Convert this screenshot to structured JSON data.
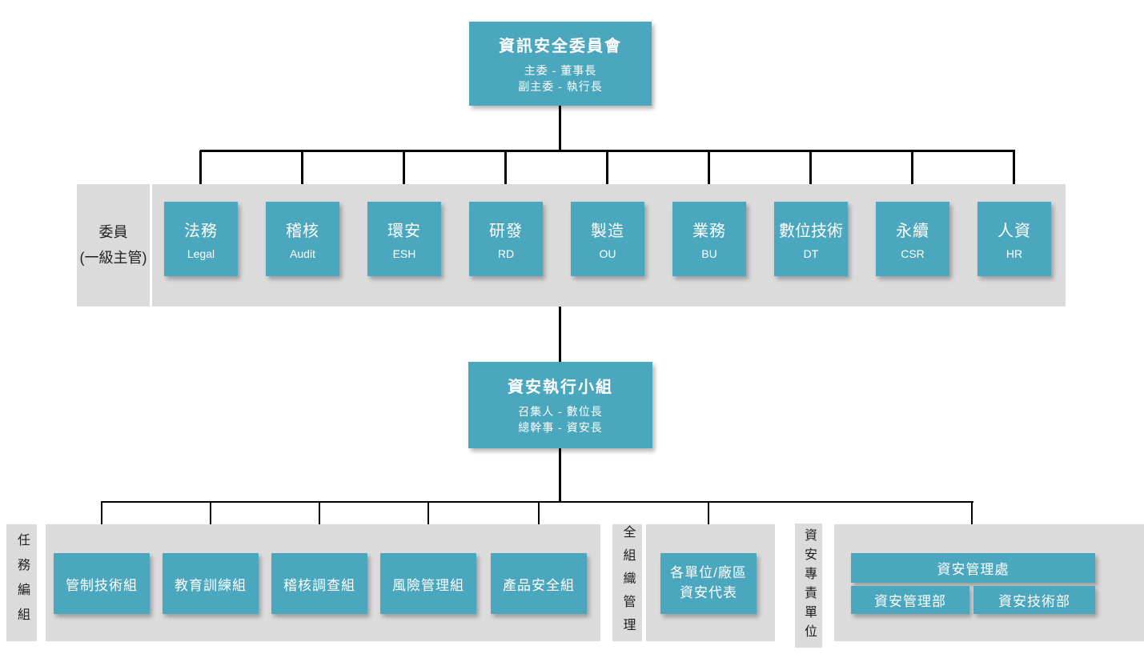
{
  "colors": {
    "box_teal": "#4BA7BD",
    "band_gray": "#DBDBDB",
    "line_black": "#000000",
    "text_white": "#FFFFFF",
    "text_dark": "#1F1F1F"
  },
  "top_committee": {
    "title": "資訊安全委員會",
    "line1": "主委 - 董事長",
    "line2": "副主委 - 執行長"
  },
  "committee_row": {
    "label_line1": "委員",
    "label_line2": "(一級主管)",
    "members": [
      {
        "zh": "法務",
        "en": "Legal"
      },
      {
        "zh": "稽核",
        "en": "Audit"
      },
      {
        "zh": "環安",
        "en": "ESH"
      },
      {
        "zh": "研發",
        "en": "RD"
      },
      {
        "zh": "製造",
        "en": "OU"
      },
      {
        "zh": "業務",
        "en": "BU"
      },
      {
        "zh": "數位技術",
        "en": "DT"
      },
      {
        "zh": "永續",
        "en": "CSR"
      },
      {
        "zh": "人資",
        "en": "HR"
      }
    ]
  },
  "task_force": {
    "title": "資安執行小組",
    "line1": "召集人 - 數位長",
    "line2": "總幹事 - 資安長"
  },
  "bottom": {
    "task_group_label": "任務編組",
    "task_groups": [
      "管制技術組",
      "教育訓練組",
      "稽核調查組",
      "風險管理組",
      "產品安全組"
    ],
    "org_wide_label": "全組織管理",
    "org_rep_line1": "各單位/廠區",
    "org_rep_line2": "資安代表",
    "dedicated_label": "資安專責單位",
    "dedicated_head": "資安管理處",
    "dedicated_sub1": "資安管理部",
    "dedicated_sub2": "資安技術部"
  }
}
